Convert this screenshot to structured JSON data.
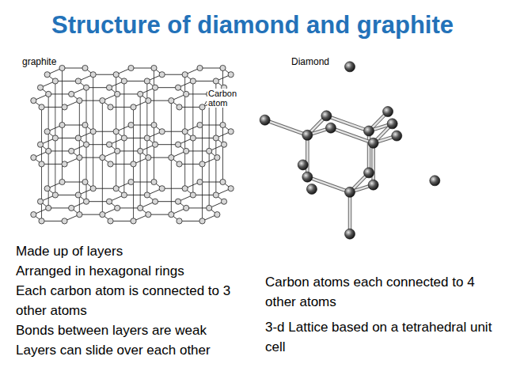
{
  "diagram": {
    "title": "Structure of diamond and graphite",
    "labels": [
      "graphite",
      "Diamond",
      "Carbon atom",
      "Made up of layers",
      "Arranged in hexagonal rings",
      "Each carbon atom is connected to 3 other atoms",
      "Bonds between layers are weak",
      "Layers can slide over each other",
      "Carbon atoms each connected to 4 other atoms",
      "3-d Lattice based on a tetrahedral unit cell"
    ]
  }
}
